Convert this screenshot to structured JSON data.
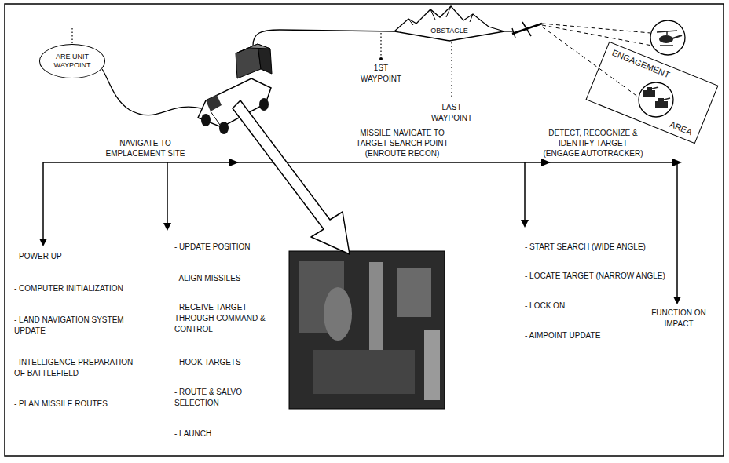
{
  "diagram": {
    "nodes": [
      {
        "text": [
          "ARE UNIT WAYPOINT"
        ]
      },
      {
        "text": [
          "OBSTACLE"
        ]
      },
      {
        "text": [
          "ENGAGEMENT",
          "AREA"
        ]
      }
    ],
    "labels": [
      "1ST WAYPOINT",
      "LAST WAYPOINT",
      "NAVIGATE TO EMPLACEMENT SITE",
      "MISSILE NAVIGATE TO TARGET SEARCH POINT (ENROUTE RECON)",
      "DETECT, RECOGNIZE & IDENTIFY TARGET (ENGAGE AUTOTRACKER)",
      "- POWER UP",
      "- COMPUTER INITIALIZATION",
      "- LAND NAVIGATION SYSTEM UPDATE",
      "- INTELLIGENCE PREPARATION OF BATTLEFIELD",
      "- PLAN MISSILE ROUTES",
      "- UPDATE POSITION",
      "- ALIGN MISSILES",
      "- RECEIVE TARGET THROUGH COMMAND & CONTROL",
      "- HOOK TARGETS",
      "- ROUTE & SALVO SELECTION",
      "- LAUNCH",
      "- START SEARCH (WIDE ANGLE)",
      "- LOCATE TARGET (NARROW ANGLE)",
      "- LOCK ON",
      "- AIMPOINT UPDATE",
      "FUNCTION ON IMPACT"
    ]
  }
}
